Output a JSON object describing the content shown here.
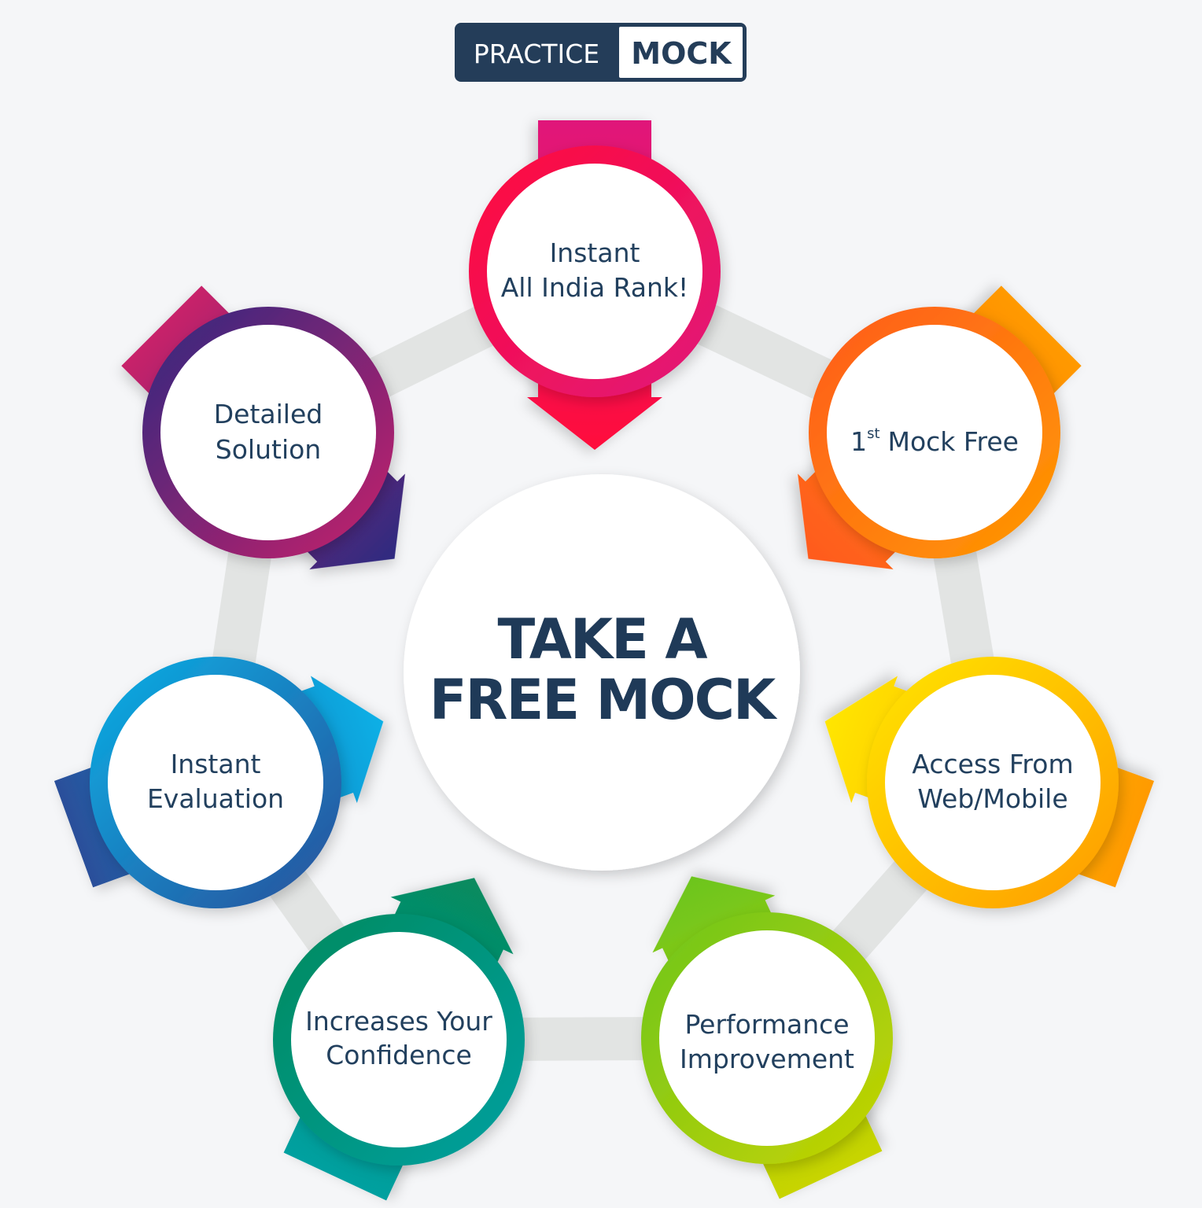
{
  "logo": {
    "left": "PRACTICE",
    "right": "MOCK",
    "bg_color": "#243d59"
  },
  "center": {
    "line1": "TAKE A",
    "line2": "FREE MOCK",
    "text_color": "#1f3a58"
  },
  "items": [
    {
      "lines": [
        "Instant",
        "All India Rank!"
      ],
      "colors": [
        "#ff0a3c",
        "#e0187a"
      ]
    },
    {
      "main": "1",
      "sup": "st",
      "rest": "Mock Free",
      "colors": [
        "#ff5a1e",
        "#ff9a00"
      ]
    },
    {
      "lines": [
        "Access From",
        "Web/Mobile"
      ],
      "colors": [
        "#ffe600",
        "#ff9a00"
      ]
    },
    {
      "lines": [
        "Performance",
        "Improvement"
      ],
      "colors": [
        "#6cc51e",
        "#c8d400"
      ]
    },
    {
      "lines": [
        "Increases Your",
        "Confidence"
      ],
      "colors": [
        "#078a5e",
        "#00a0a0"
      ]
    },
    {
      "lines": [
        "Instant",
        "Evaluation"
      ],
      "colors": [
        "#0ab0e6",
        "#2a4f9a"
      ]
    },
    {
      "lines": [
        "Detailed",
        "Solution"
      ],
      "colors": [
        "#2e2a80",
        "#c8206a"
      ]
    }
  ],
  "connector_color": "#e2e4e3"
}
